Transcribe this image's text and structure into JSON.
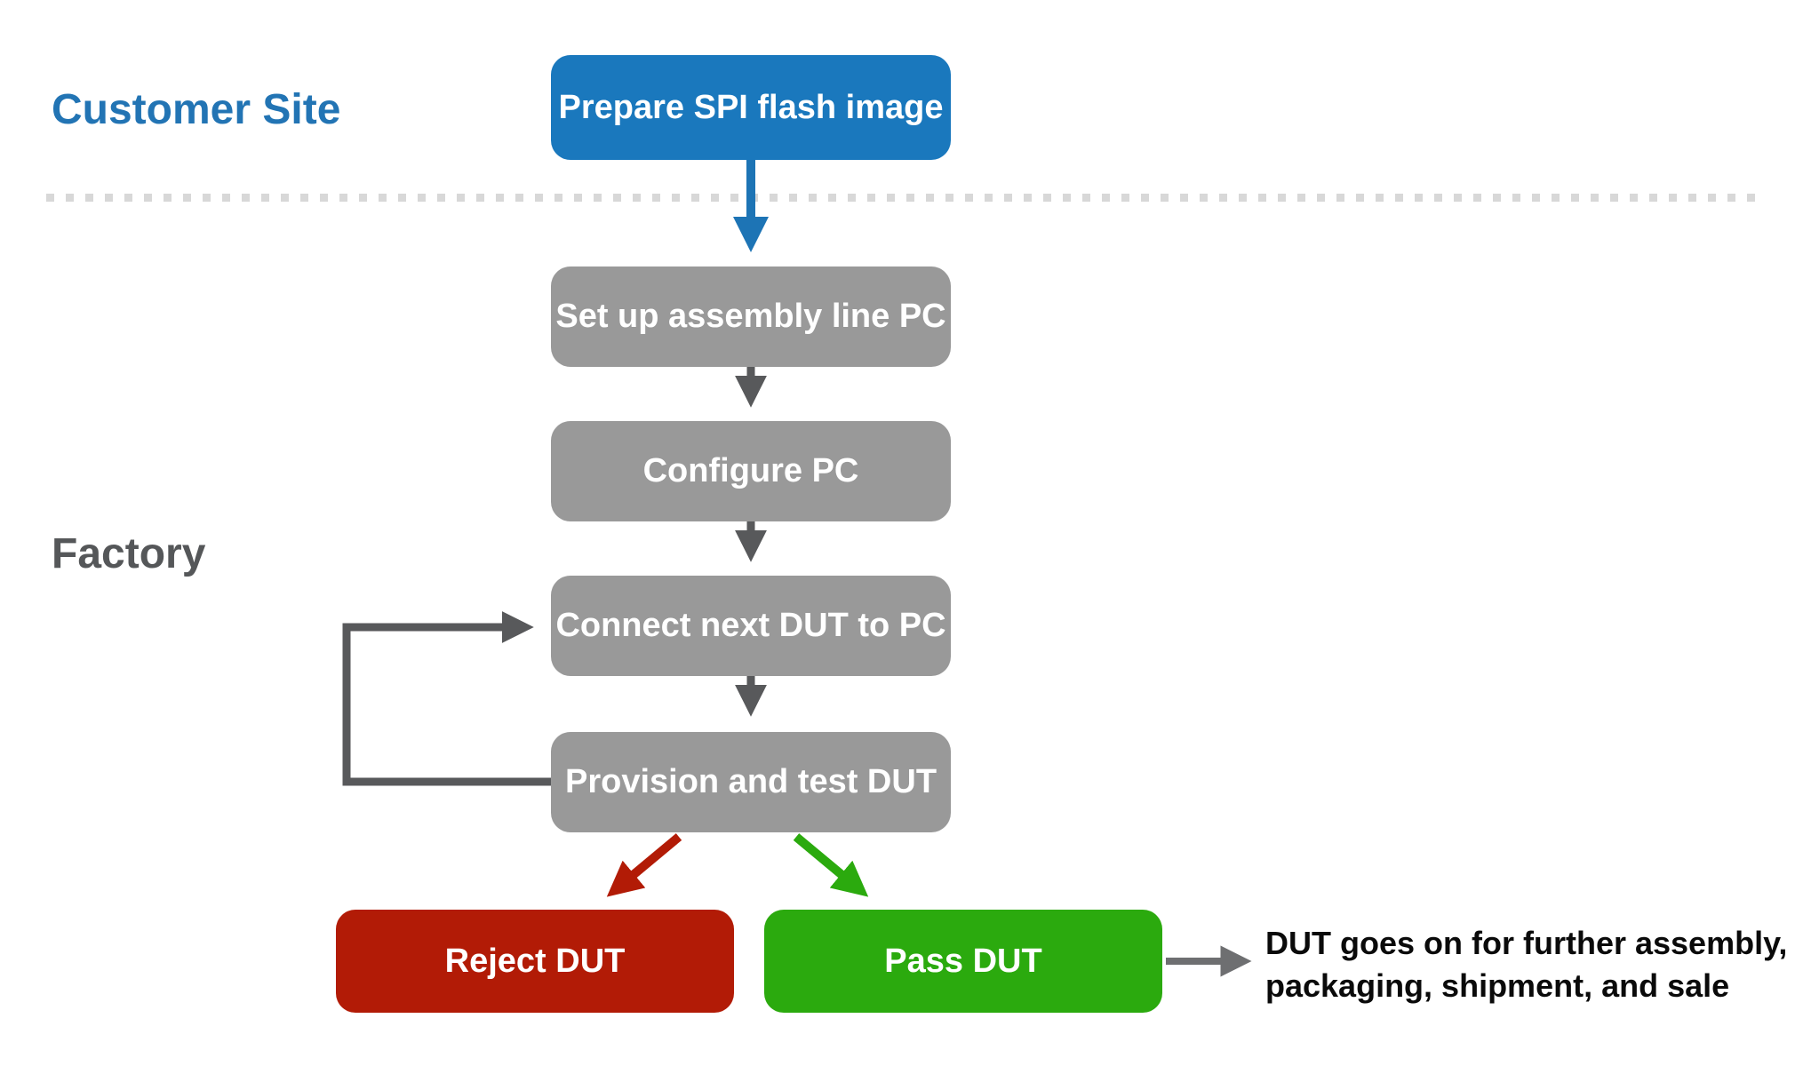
{
  "regions": {
    "customer_site": {
      "label": "Customer Site"
    },
    "factory": {
      "label": "Factory"
    }
  },
  "nodes": {
    "prepare": {
      "label": "Prepare SPI flash image",
      "color": "#1a78bd"
    },
    "setup": {
      "label": "Set up assembly line PC",
      "color": "#999999"
    },
    "configure": {
      "label": "Configure PC",
      "color": "#999999"
    },
    "connect": {
      "label": "Connect next DUT to PC",
      "color": "#999999"
    },
    "provision": {
      "label": "Provision and test DUT",
      "color": "#999999"
    },
    "reject": {
      "label": "Reject DUT",
      "color": "#b21b06"
    },
    "pass": {
      "label": "Pass DUT",
      "color": "#2baa0e"
    }
  },
  "annotations": {
    "pass_outcome_line1": "DUT goes on for further assembly,",
    "pass_outcome_line2": "packaging, shipment, and sale"
  },
  "colors": {
    "customer_label": "#2274b4",
    "factory_label": "#555759",
    "customer_arrow": "#1d74b5",
    "flow_arrow": "#58595b",
    "outcome_arrow": "#6e6f71",
    "reject_arrow": "#b21b06",
    "pass_arrow": "#2baa0e",
    "divider_dots": "#d8d8d8"
  }
}
